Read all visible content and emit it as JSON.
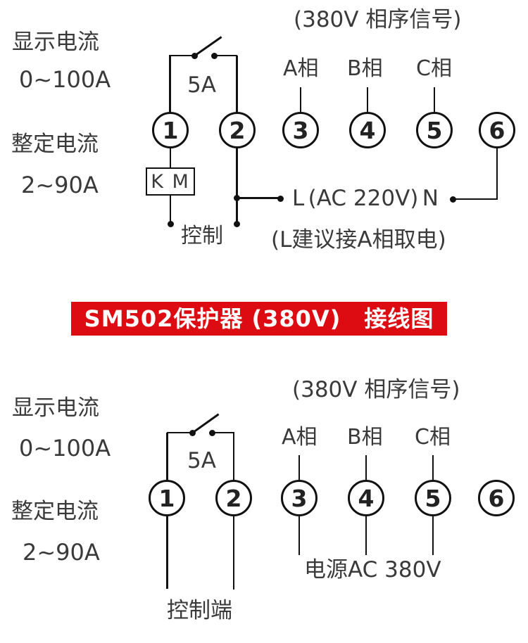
{
  "colors": {
    "banner_red": "#DD0C12",
    "line_black": "#111111",
    "text_gray": "#3A3A3A"
  },
  "banner": {
    "title": "SM502保护器 (380V)　接线图"
  },
  "top_diagram": {
    "display_current_label": "显示电流",
    "display_current_range": "0~100A",
    "set_current_label": "整定电流",
    "set_current_range": "2~90A",
    "fuse_rating": "5A",
    "signal_header": "(380V 相序信号)",
    "phases": [
      "A相",
      "B相",
      "C相"
    ],
    "terminals": [
      "1",
      "2",
      "3",
      "4",
      "5",
      "6"
    ],
    "contactor_label": "K M",
    "control_label": "控制",
    "line_label": "L",
    "line_voltage": "(AC 220V)",
    "neutral_label": "N",
    "note": "(L建议接A相取电)"
  },
  "bottom_diagram": {
    "display_current_label": "显示电流",
    "display_current_range": "0~100A",
    "set_current_label": "整定电流",
    "set_current_range": "2~90A",
    "fuse_rating": "5A",
    "signal_header": "(380V 相序信号)",
    "phases": [
      "A相",
      "B相",
      "C相"
    ],
    "terminals": [
      "1",
      "2",
      "3",
      "4",
      "5",
      "6"
    ],
    "control_label": "控制端",
    "power_label": "电源AC 380V"
  }
}
